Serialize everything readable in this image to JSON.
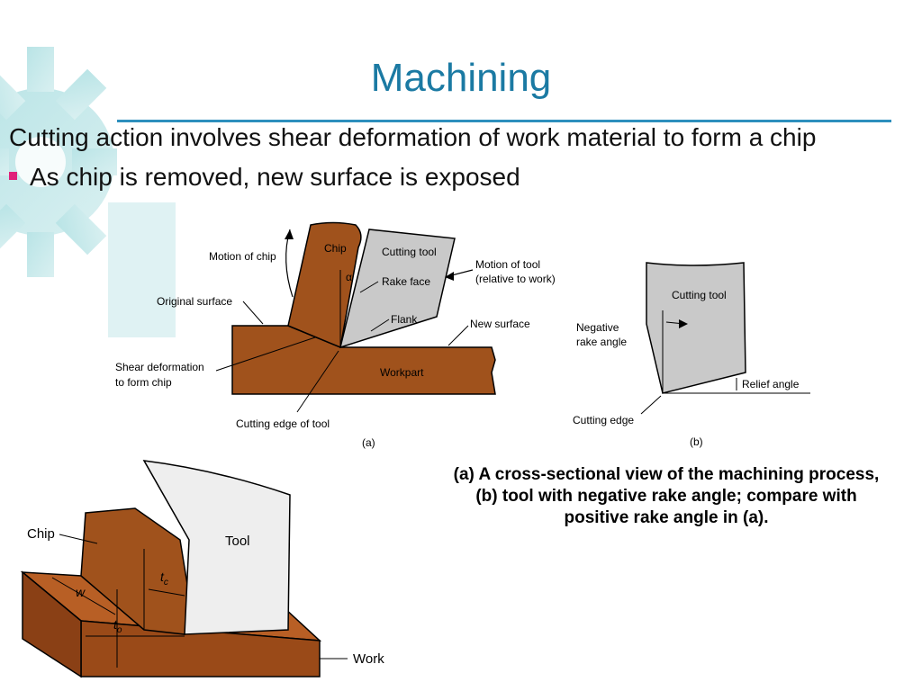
{
  "slide": {
    "title": "Machining",
    "body_text": "Cutting action involves shear deformation of work material to form a chip",
    "bullet_text": "As chip is removed, new surface is exposed",
    "caption": "(a) A cross-sectional view of the machining process, (b) tool with negative rake angle; compare with positive rake angle in (a)."
  },
  "figure_a": {
    "chip": "Chip",
    "cutting_tool": "Cutting tool",
    "motion_of_chip": "Motion of chip",
    "alpha": "α",
    "rake_face": "Rake face",
    "motion_of_tool": "Motion of tool",
    "relative_to_work": "(relative to work)",
    "original_surface": "Original surface",
    "flank": "Flank",
    "new_surface": "New surface",
    "shear_deformation": "Shear deformation",
    "to_form_chip": "to form chip",
    "workpart": "Workpart",
    "cutting_edge_of_tool": "Cutting edge of tool",
    "label": "(a)"
  },
  "figure_b": {
    "cutting_tool": "Cutting tool",
    "negative": "Negative",
    "rake_angle": "rake angle",
    "relief_angle": "Relief angle",
    "cutting_edge": "Cutting edge",
    "label": "(b)"
  },
  "figure_c": {
    "chip": "Chip",
    "tool": "Tool",
    "w": "w",
    "tc": "t",
    "tc_sub": "c",
    "to": "t",
    "to_sub": "o",
    "work": "Work"
  },
  "colors": {
    "title": "#1b7aa3",
    "rule": "#2d8fbd",
    "bullet": "#e0217a",
    "material": "#a0521c",
    "tool_gray": "#c9c9c9",
    "gear": "#9fd5d8"
  }
}
